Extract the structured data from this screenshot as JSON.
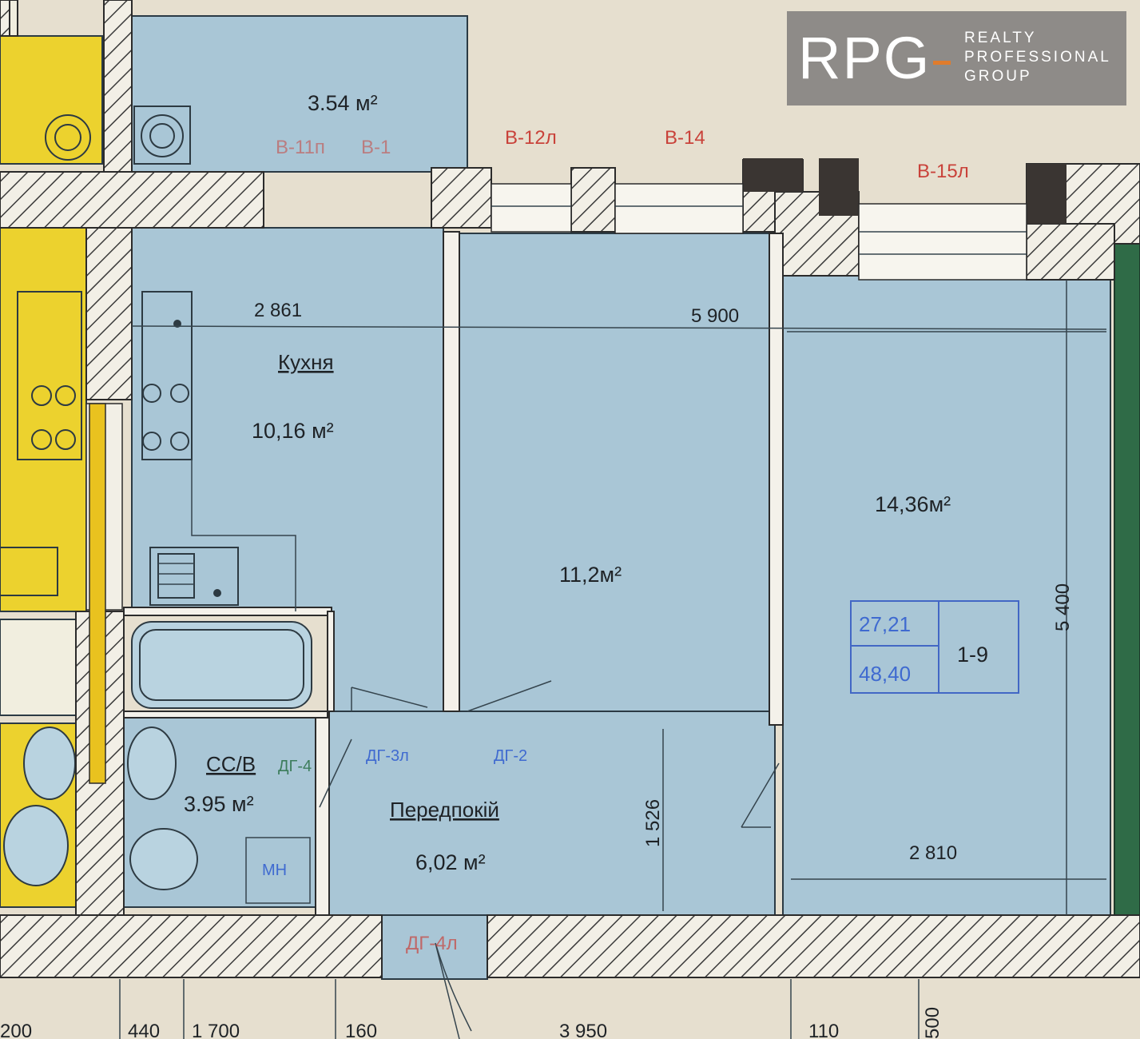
{
  "rooms": {
    "balcony": {
      "area": "3.54 м²"
    },
    "kitchen": {
      "name": "Кухня",
      "area": "10,16 м²"
    },
    "room_middle": {
      "area": "11,2м²"
    },
    "room_right": {
      "area": "14,36м²"
    },
    "bathroom": {
      "name": "СС/В",
      "area": "3.95 м²"
    },
    "hallway": {
      "name": "Передпокій",
      "area": "6,02 м²"
    }
  },
  "window_labels": [
    "В-11п",
    "В-1",
    "В-12л",
    "В-14",
    "В-15л"
  ],
  "door_labels": [
    "ДГ-4",
    "ДГ-3л",
    "ДГ-2",
    "ДГ-4л"
  ],
  "dimensions": {
    "kitchen_width": "2 861",
    "room_length": "5 900",
    "right_height": "5 400",
    "hall_depth": "1 526",
    "right_width": "2 810"
  },
  "bottom_dims": [
    "200",
    "440",
    "1 700",
    "160",
    "3 950",
    "110",
    "500"
  ],
  "apartment": {
    "living_area": "27,21",
    "total_area": "48,40",
    "number": "1-9"
  },
  "bath_mark": "МН",
  "logo": {
    "mark": "RPG",
    "lines": [
      "REALTY",
      "PROFESSIONAL",
      "GROUP"
    ],
    "accent_color": "#e07c2c"
  }
}
